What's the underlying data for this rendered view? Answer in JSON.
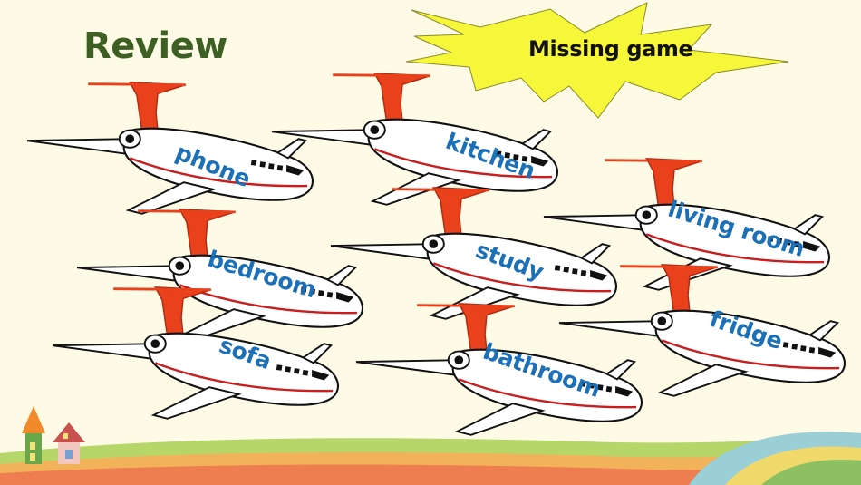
{
  "slide": {
    "title": "Review",
    "badge": {
      "label": "Missing game"
    }
  },
  "words": [
    {
      "id": "phone",
      "text": "phone"
    },
    {
      "id": "kitchen",
      "text": "kitchen"
    },
    {
      "id": "living-room",
      "text": "living room"
    },
    {
      "id": "bedroom",
      "text": "bedroom"
    },
    {
      "id": "study",
      "text": "study"
    },
    {
      "id": "sofa",
      "text": "sofa"
    },
    {
      "id": "bathroom",
      "text": "bathroom"
    },
    {
      "id": "fridge",
      "text": "fridge"
    }
  ],
  "colors": {
    "background": "#fdfae6",
    "title": "#3e5f23",
    "word": "#1b70b8",
    "burst": "#f7f73a",
    "plane_tail": "#e8411c",
    "plane_stripe": "#c81e1e"
  }
}
